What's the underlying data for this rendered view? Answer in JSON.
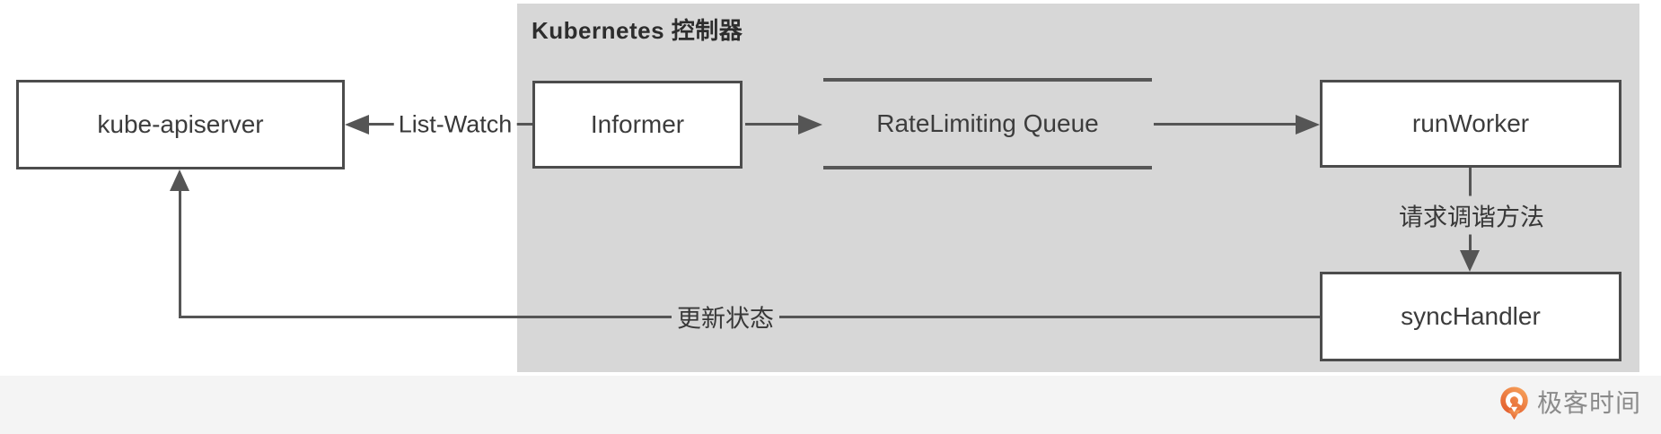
{
  "container": {
    "title": "Kubernetes 控制器"
  },
  "nodes": {
    "kube_apiserver": {
      "label": "kube-apiserver"
    },
    "informer": {
      "label": "Informer"
    },
    "ratelimiting_queue": {
      "label": "RateLimiting Queue"
    },
    "run_worker": {
      "label": "runWorker"
    },
    "sync_handler": {
      "label": "syncHandler"
    }
  },
  "edges": {
    "list_watch": {
      "label": "List-Watch"
    },
    "request_reconcile": {
      "label": "请求调谐方法"
    },
    "update_status": {
      "label": "更新状态"
    }
  },
  "footer": {
    "brand": "极客时间"
  },
  "colors": {
    "container_bg": "#d7d7d7",
    "line": "#555555",
    "box_border": "#4c4c4c",
    "box_bg": "#ffffff",
    "text": "#3c3c3c",
    "footer_bg": "#f4f4f4",
    "brand_text": "#8b8b8b",
    "brand_orange_light": "#f7a35c",
    "brand_orange_dark": "#e25a2b"
  }
}
